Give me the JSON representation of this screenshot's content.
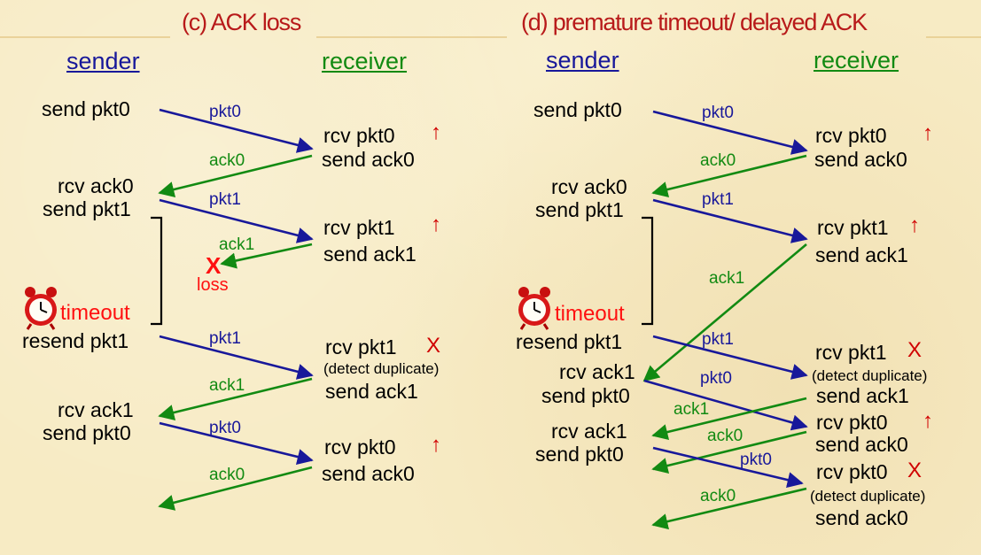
{
  "panel_c": {
    "title": "(c) ACK loss",
    "sender": "sender",
    "receiver": "receiver",
    "s_send_pkt0": "send pkt0",
    "s_rcv_ack0": "rcv ack0",
    "s_send_pkt1": "send pkt1",
    "s_timeout": "timeout",
    "s_resend_pkt1": "resend pkt1",
    "s_rcv_ack1": "rcv ack1",
    "s_send_pkt0_b": "send pkt0",
    "r_rcv_pkt0": "rcv pkt0",
    "r_send_ack0": "send ack0",
    "r_rcv_pkt1": "rcv pkt1",
    "r_send_ack1": "send ack1",
    "r_rcv_pkt1_b": "rcv pkt1",
    "r_detect": "(detect duplicate)",
    "r_send_ack1_b": "send ack1",
    "r_rcv_pkt0_b": "rcv pkt0",
    "r_send_ack0_b": "send ack0",
    "l_pkt0": "pkt0",
    "l_ack0": "ack0",
    "l_pkt1": "pkt1",
    "l_ack1": "ack1",
    "l_pkt1_b": "pkt1",
    "l_ack1_b": "ack1",
    "l_pkt0_b": "pkt0",
    "l_ack0_b": "ack0",
    "loss_x": "X",
    "loss": "loss",
    "up": "↑",
    "dup_x": "X"
  },
  "panel_d": {
    "title": "(d) premature timeout/ delayed ACK",
    "sender": "sender",
    "receiver": "receiver",
    "s_send_pkt0": "send pkt0",
    "s_rcv_ack0": "rcv ack0",
    "s_send_pkt1": "send pkt1",
    "s_timeout": "timeout",
    "s_resend_pkt1": "resend pkt1",
    "s_rcv_ack1": "rcv ack1",
    "s_rcv_ack1_b": "rcv ack1",
    "s_send_pkt0_b": "send pkt0",
    "r_rcv_pkt0": "rcv pkt0",
    "r_send_ack0": "send ack0",
    "r_rcv_pkt1": "rcv pkt1",
    "r_send_ack1": "send ack1",
    "r_rcv_pkt1_b": "rcv pkt1",
    "r_detect": "(detect duplicate)",
    "r_send_ack1_b": "send ack1",
    "r_rcv_pkt0_b": "rcv pkt0",
    "r_send_ack0_b": "send ack0",
    "r_rcv_pkt0_c": "rcv pkt0",
    "r_detect_b": "(detect duplicate)",
    "r_send_ack0_c": "send ack0",
    "l_pkt0": "pkt0",
    "l_ack0": "ack0",
    "l_pkt1": "pkt1",
    "l_ack1": "ack1",
    "l_pkt1_b": "pkt1",
    "l_pkt0_b": "pkt0",
    "l_ack1_b": "ack1",
    "l_ack0_b": "ack0",
    "l_pkt0_c": "pkt0",
    "l_ack0_c": "ack0",
    "up": "↑",
    "dup_x": "X"
  },
  "colors": {
    "pkt": "#18189a",
    "ack": "#128a12",
    "loss": "#ff1010",
    "title": "#b81a1a"
  }
}
